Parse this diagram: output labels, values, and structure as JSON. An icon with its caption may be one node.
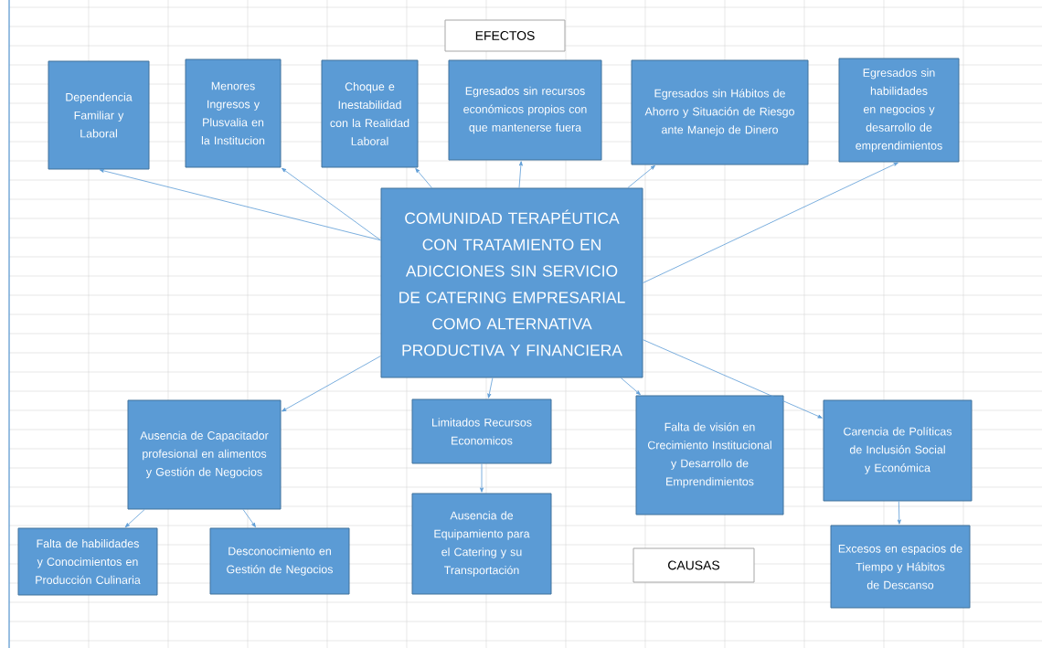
{
  "diagram": {
    "nodes": [
      {
        "text": [
          "EFECTOS"
        ]
      },
      {
        "text": [
          "Dependencia Familiar y Laboral"
        ]
      },
      {
        "text": [
          "Menores Ingresos y Plusvalia en la Institucion"
        ]
      },
      {
        "text": [
          "Choque e Inestabilidad con la Realidad Laboral"
        ]
      },
      {
        "text": [
          "Egresados sin recursos económicos propios con que mantenerse fuera"
        ]
      },
      {
        "text": [
          "Egresados sin Hábitos de Ahorro y Situación de Riesgo ante Manejo de Dinero"
        ]
      },
      {
        "text": [
          "Egresados sin habilidades en negocios y desarrollo de emprendimientos"
        ]
      },
      {
        "text": [
          "COMUNIDAD TERAPÉUTICA CON TRATAMIENTO EN ADICCIONES SIN SERVICIO DE CATERING EMPRESARIAL COMO ALTERNATIVA PRODUCTIVA Y FINANCIERA"
        ]
      },
      {
        "text": [
          "Ausencia de Capacitador profesional en alimentos y Gestión de Negocios"
        ]
      },
      {
        "text": [
          "Limitados Recursos Economicos"
        ]
      },
      {
        "text": [
          "Falta de visión en Crecimiento Institucional y Desarrollo de Emprendimientos"
        ]
      },
      {
        "text": [
          "Carencia de Políticas de Inclusión Social y Económica"
        ]
      },
      {
        "text": [
          "Falta de habilidades y Conocimientos en Producción Culinaria"
        ]
      },
      {
        "text": [
          "Desconocimiento en Gestión de Negocios"
        ]
      },
      {
        "text": [
          "Ausencia de Equipamiento para el Catering y su Transportación"
        ]
      },
      {
        "text": [
          "CAUSAS"
        ]
      },
      {
        "text": [
          "Excesos en espacios de Tiempo y Hábitos de Descanso"
        ]
      }
    ],
    "edges": [
      {
        "from": 7,
        "to": 1,
        "arrow": "to"
      },
      {
        "from": 7,
        "to": 2,
        "arrow": "to"
      },
      {
        "from": 7,
        "to": 3,
        "arrow": "to"
      },
      {
        "from": 7,
        "to": 4,
        "arrow": "to"
      },
      {
        "from": 7,
        "to": 5,
        "arrow": "to"
      },
      {
        "from": 7,
        "to": 6,
        "arrow": "to"
      },
      {
        "from": 7,
        "to": 8,
        "arrow": "to"
      },
      {
        "from": 7,
        "to": 9,
        "arrow": "to"
      },
      {
        "from": 7,
        "to": 10,
        "arrow": "to"
      },
      {
        "from": 7,
        "to": 11,
        "arrow": "to"
      },
      {
        "from": 8,
        "to": 12,
        "arrow": "to"
      },
      {
        "from": 8,
        "to": 13,
        "arrow": "to"
      },
      {
        "from": 9,
        "to": 14,
        "arrow": "to"
      },
      {
        "from": 11,
        "to": 16,
        "arrow": "to"
      }
    ]
  }
}
